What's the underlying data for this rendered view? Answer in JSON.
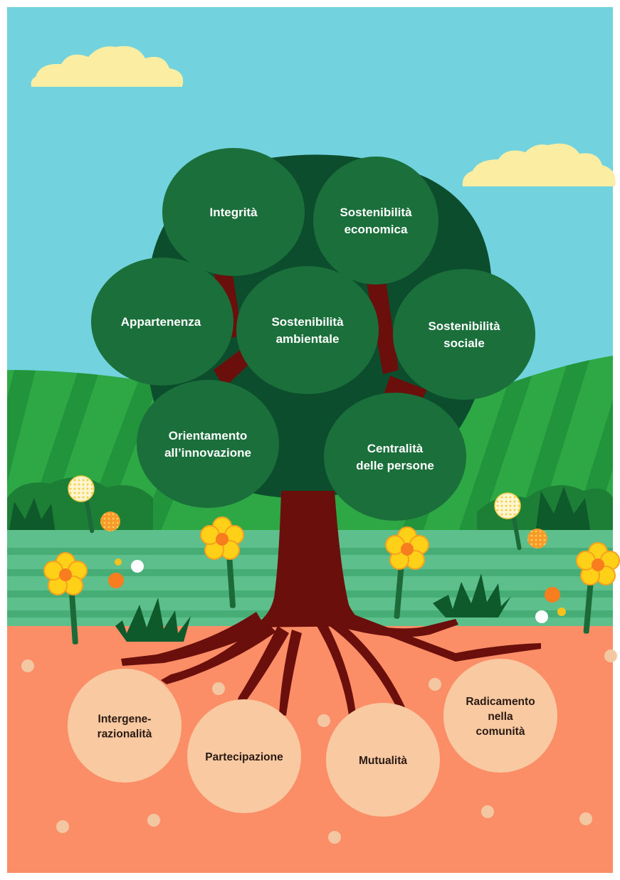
{
  "colors": {
    "sky": "#72d2dd",
    "cloud": "#fbeea2",
    "hill_light": "#2ea845",
    "hill_dark": "#1d7e36",
    "meadow": "#5dc08c",
    "meadow_dark": "#47ad77",
    "soil": "#fb8e67",
    "trunk": "#6a0f0c",
    "canopy_back": "#0b4d2c",
    "canopy_circle": "#1a6f3a",
    "root_circle": "#f9c9a1",
    "flower_petal": "#ffd018",
    "flower_center": "#f77d1e",
    "stem": "#1c6a37",
    "pebble": "#f4c7a3"
  },
  "canopy_values": [
    {
      "id": "integrita",
      "lines": [
        "Integrità"
      ]
    },
    {
      "id": "sostenibilita-economica",
      "lines": [
        "Sostenibilità",
        "economica"
      ]
    },
    {
      "id": "appartenenza",
      "lines": [
        "Appartenenza"
      ]
    },
    {
      "id": "sostenibilita-ambientale",
      "lines": [
        "Sostenibilità",
        "ambientale"
      ]
    },
    {
      "id": "sostenibilita-sociale",
      "lines": [
        "Sostenibilità",
        "sociale"
      ]
    },
    {
      "id": "orientamento-innovazione",
      "lines": [
        "Orientamento",
        "all’innovazione"
      ]
    },
    {
      "id": "centralita-persone",
      "lines": [
        "Centralità",
        "delle persone"
      ]
    }
  ],
  "root_values": [
    {
      "id": "intergenerazionalita",
      "lines": [
        "Intergene-",
        "razionalità"
      ]
    },
    {
      "id": "partecipazione",
      "lines": [
        "Partecipazione"
      ]
    },
    {
      "id": "mutualita",
      "lines": [
        "Mutualità"
      ]
    },
    {
      "id": "radicamento-comunita",
      "lines": [
        "Radicamento",
        "nella",
        "comunità"
      ]
    }
  ],
  "icons": [
    "cloud-icon",
    "flower-icon",
    "dandelion-icon",
    "grass-tuft-icon",
    "pebble-icon"
  ]
}
